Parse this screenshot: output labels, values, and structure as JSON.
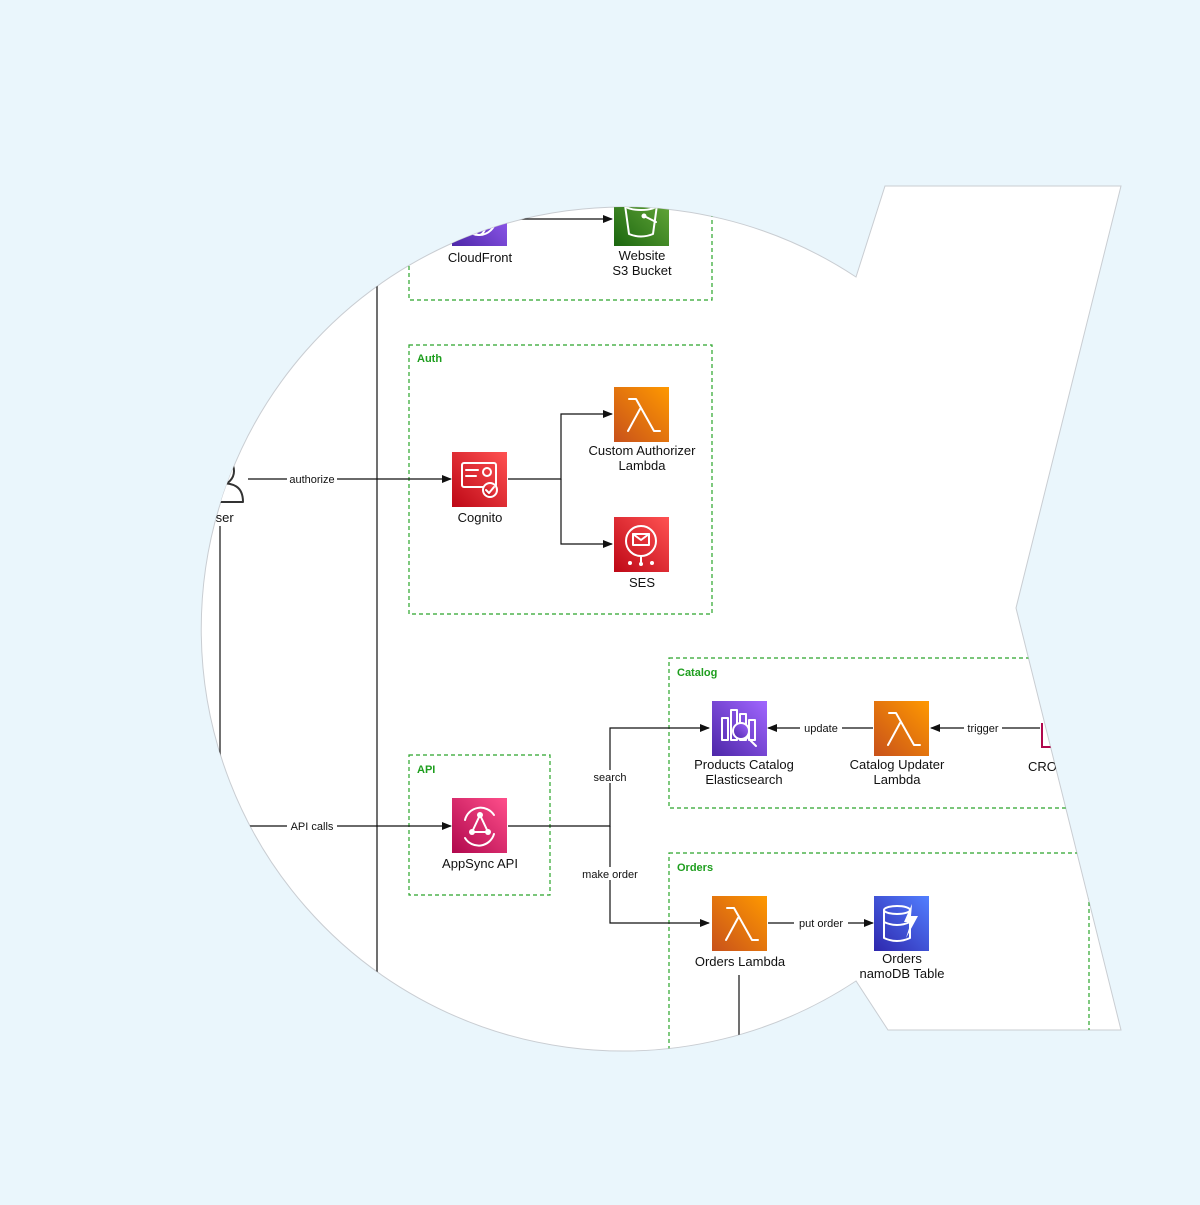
{
  "groups": {
    "auth": "Auth",
    "api": "API",
    "catalog": "Catalog",
    "orders": "Orders"
  },
  "nodes": {
    "user": "User",
    "cloudfront": "CloudFront",
    "s3_line1": "Website",
    "s3_line2": "S3 Bucket",
    "cognito": "Cognito",
    "authorizer_line1": "Custom Authorizer",
    "authorizer_line2": "Lambda",
    "ses": "SES",
    "appsync": "AppSync API",
    "es_line1": "Products Catalog",
    "es_line2": "Elasticsearch",
    "updater_line1": "Catalog Updater",
    "updater_line2": "Lambda",
    "cron": "CRO",
    "orders_lambda": "Orders Lambda",
    "dynamo_line1": "Orders",
    "dynamo_line2": "namoDB Table"
  },
  "edges": {
    "authorize": "authorize",
    "api_calls": "API calls",
    "search": "search",
    "make_order": "make order",
    "update": "update",
    "trigger": "trigger",
    "put_order": "put order"
  },
  "colors": {
    "background": "#eaf6fc",
    "group_border": "#2aa52a",
    "cloudfront": "#7b3fe0",
    "s3": "#3f8624",
    "security": "#dd344c",
    "compute": "#ed7100",
    "appsync": "#e7157b",
    "elasticsearch": "#7b3fe0",
    "dynamodb": "#3b48cc"
  },
  "icons": {
    "user": "user-icon",
    "cloudfront": "cloudfront-icon",
    "s3": "s3-bucket-icon",
    "cognito": "cognito-icon",
    "lambda": "lambda-icon",
    "ses": "ses-icon",
    "appsync": "appsync-icon",
    "elasticsearch": "elasticsearch-icon",
    "dynamodb": "dynamodb-icon"
  }
}
